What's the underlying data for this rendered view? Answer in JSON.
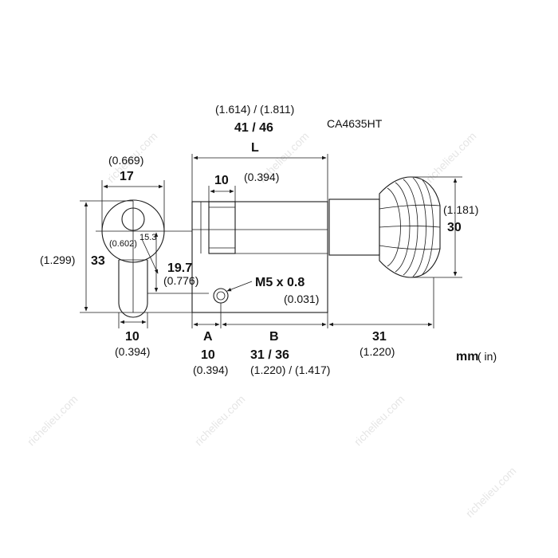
{
  "product_code": "CA4635HT",
  "units_label": {
    "mm": "mm",
    "in": "( in)"
  },
  "dimensions": {
    "L": {
      "letter": "L",
      "mm": "41 / 46",
      "in": "(1.614) / (1.811)"
    },
    "collar": {
      "mm": "10",
      "in": "(0.394)"
    },
    "cam_width": {
      "mm": "17",
      "in": "(0.669)"
    },
    "overall_height": {
      "mm": "33",
      "in": "(1.299)"
    },
    "cam_radius": {
      "mm": "15.3",
      "in": "(0.602)"
    },
    "cam_offset": {
      "mm": "19.7",
      "in": "(0.776)"
    },
    "screw": {
      "mm": "M5 x 0.8",
      "in": "(0.031)"
    },
    "profile_width": {
      "mm": "10",
      "in": "(0.394)"
    },
    "A": {
      "letter": "A",
      "mm": "10",
      "in": "(0.394)"
    },
    "B": {
      "letter": "B",
      "mm": "31 / 36",
      "in": "(1.220) / (1.417)"
    },
    "knob_length": {
      "mm": "31",
      "in": "(1.220)"
    },
    "knob_diameter": {
      "mm": "30",
      "in": "(1.181)"
    }
  },
  "watermark": "richelieu.com"
}
